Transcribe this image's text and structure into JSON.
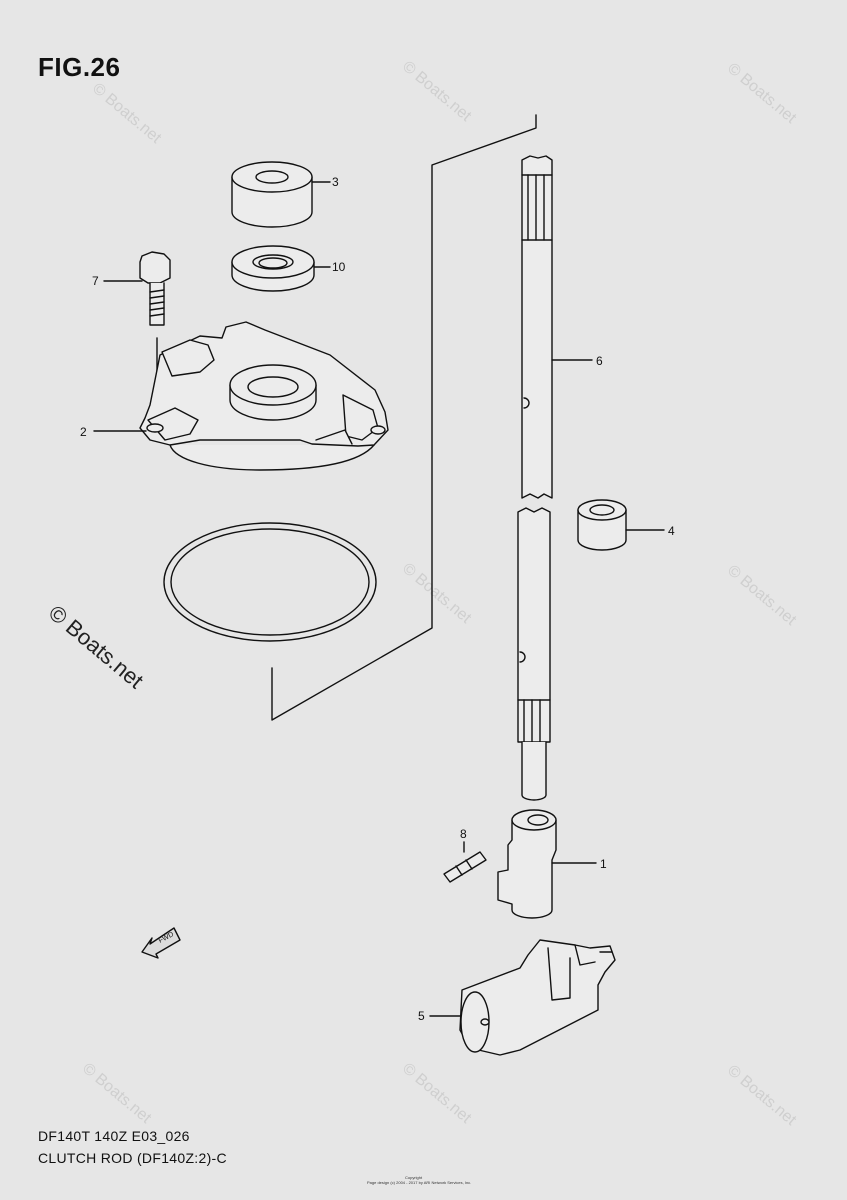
{
  "figure": {
    "title": "FIG.26",
    "code": "DF140T 140Z E03_026",
    "caption": "CLUTCH ROD (DF140Z:2)-C"
  },
  "watermark": {
    "text": "© Boats.net",
    "faint_text": "© Boats.net"
  },
  "copyright": {
    "line1": "Copyright",
    "line2": "Page design (c) 2004 - 2017 by ARI Network Services, Inc."
  },
  "fwd_label": "FWD",
  "callouts": [
    {
      "number": "3",
      "part": "bushing"
    },
    {
      "number": "10",
      "part": "oil-seal"
    },
    {
      "number": "7",
      "part": "bolt"
    },
    {
      "number": "2",
      "part": "clutch-rod-housing"
    },
    {
      "number": "6",
      "part": "clutch-rod"
    },
    {
      "number": "4",
      "part": "bushing-lower"
    },
    {
      "number": "8",
      "part": "pin"
    },
    {
      "number": "1",
      "part": "rod-joint"
    },
    {
      "number": "5",
      "part": "clutch-shift-lever"
    }
  ]
}
